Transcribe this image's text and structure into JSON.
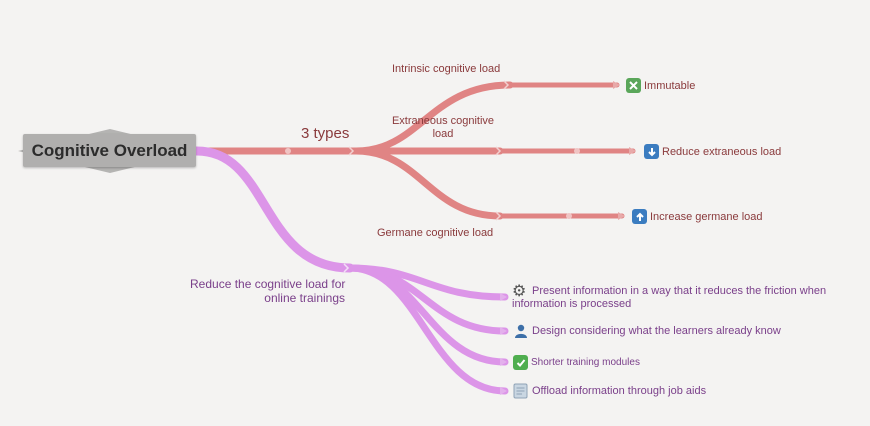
{
  "root": {
    "title": "Cognitive Overload"
  },
  "branch_types": {
    "label": "3 types",
    "children": [
      {
        "label": "Intrinsic cognitive load",
        "leaf": {
          "text": "Immutable",
          "icon": "close-box-icon"
        }
      },
      {
        "label_lines": [
          "Extraneous cognitive",
          "load"
        ],
        "leaf": {
          "text": "Reduce extraneous load",
          "icon": "arrow-down-icon"
        }
      },
      {
        "label": "Germane cognitive load",
        "leaf": {
          "text": "Increase germane load",
          "icon": "arrow-up-icon"
        }
      }
    ]
  },
  "branch_reduce": {
    "label_lines": [
      "Reduce the cognitive load for",
      "online trainings"
    ],
    "children": [
      {
        "text_lines": [
          "Present information in a way that it reduces the friction when",
          "information is processed"
        ],
        "icon": "gear-icon"
      },
      {
        "text": "Design considering what the learners already know",
        "icon": "user-icon"
      },
      {
        "text": "Shorter training modules",
        "icon": "checkmark-icon"
      },
      {
        "text": "Offload information through job aids",
        "icon": "document-icon"
      }
    ]
  },
  "colors": {
    "red_branch": "#e08484",
    "purple_branch": "#dc95e8",
    "red_text": "#8a3a3c",
    "purple_text": "#7a3f8a",
    "root_bg": "#b0afae",
    "background": "#f4f3f2"
  }
}
